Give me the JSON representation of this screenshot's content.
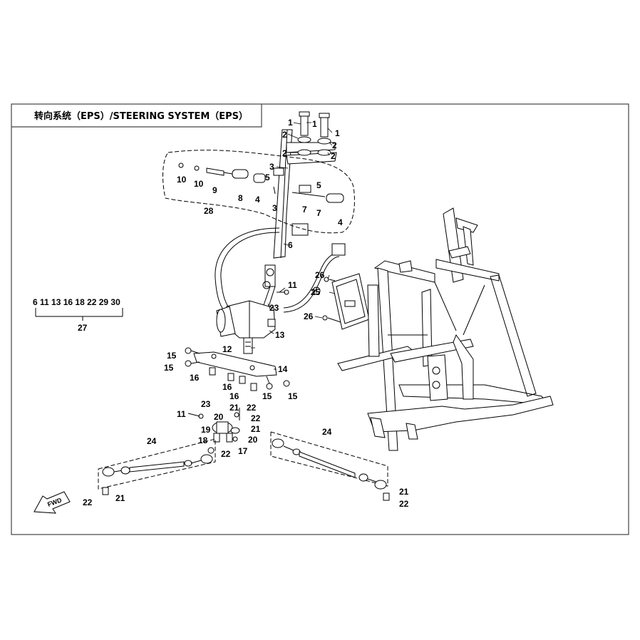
{
  "title": "转向系统（EPS）/STEERING SYSTEM（EPS）",
  "group_27_members": "6 11 13 16 18 22 29 30",
  "group_27_label": "27",
  "fwd_label": "FWD",
  "colors": {
    "line": "#000000",
    "frame": "#444444",
    "background": "#ffffff"
  },
  "callouts": [
    {
      "id": "c1a",
      "label": "1"
    },
    {
      "id": "c1b",
      "label": "1"
    },
    {
      "id": "c1c",
      "label": "1"
    },
    {
      "id": "c2a",
      "label": "2"
    },
    {
      "id": "c2b",
      "label": "2"
    },
    {
      "id": "c2c",
      "label": "2"
    },
    {
      "id": "c2d",
      "label": "2"
    },
    {
      "id": "c3a",
      "label": "3"
    },
    {
      "id": "c3b",
      "label": "3"
    },
    {
      "id": "c4a",
      "label": "4"
    },
    {
      "id": "c4b",
      "label": "4"
    },
    {
      "id": "c5a",
      "label": "5"
    },
    {
      "id": "c5b",
      "label": "5"
    },
    {
      "id": "c6",
      "label": "6"
    },
    {
      "id": "c7a",
      "label": "7"
    },
    {
      "id": "c7b",
      "label": "7"
    },
    {
      "id": "c8",
      "label": "8"
    },
    {
      "id": "c9",
      "label": "9"
    },
    {
      "id": "c10a",
      "label": "10"
    },
    {
      "id": "c10b",
      "label": "10"
    },
    {
      "id": "c11a",
      "label": "11"
    },
    {
      "id": "c11b",
      "label": "11"
    },
    {
      "id": "c12",
      "label": "12"
    },
    {
      "id": "c13",
      "label": "13"
    },
    {
      "id": "c14",
      "label": "14"
    },
    {
      "id": "c15a",
      "label": "15"
    },
    {
      "id": "c15b",
      "label": "15"
    },
    {
      "id": "c15c",
      "label": "15"
    },
    {
      "id": "c15d",
      "label": "15"
    },
    {
      "id": "c16a",
      "label": "16"
    },
    {
      "id": "c16b",
      "label": "16"
    },
    {
      "id": "c16c",
      "label": "16"
    },
    {
      "id": "c17",
      "label": "17"
    },
    {
      "id": "c18",
      "label": "18"
    },
    {
      "id": "c19",
      "label": "19"
    },
    {
      "id": "c20a",
      "label": "20"
    },
    {
      "id": "c20b",
      "label": "20"
    },
    {
      "id": "c21a",
      "label": "21"
    },
    {
      "id": "c21b",
      "label": "21"
    },
    {
      "id": "c21c",
      "label": "21"
    },
    {
      "id": "c21d",
      "label": "21"
    },
    {
      "id": "c22a",
      "label": "22"
    },
    {
      "id": "c22b",
      "label": "22"
    },
    {
      "id": "c22c",
      "label": "22"
    },
    {
      "id": "c22d",
      "label": "22"
    },
    {
      "id": "c22e",
      "label": "22"
    },
    {
      "id": "c23a",
      "label": "23"
    },
    {
      "id": "c23b",
      "label": "23"
    },
    {
      "id": "c24a",
      "label": "24"
    },
    {
      "id": "c24b",
      "label": "24"
    },
    {
      "id": "c25",
      "label": "25"
    },
    {
      "id": "c26a",
      "label": "26"
    },
    {
      "id": "c26b",
      "label": "26"
    },
    {
      "id": "c28",
      "label": "28"
    }
  ]
}
